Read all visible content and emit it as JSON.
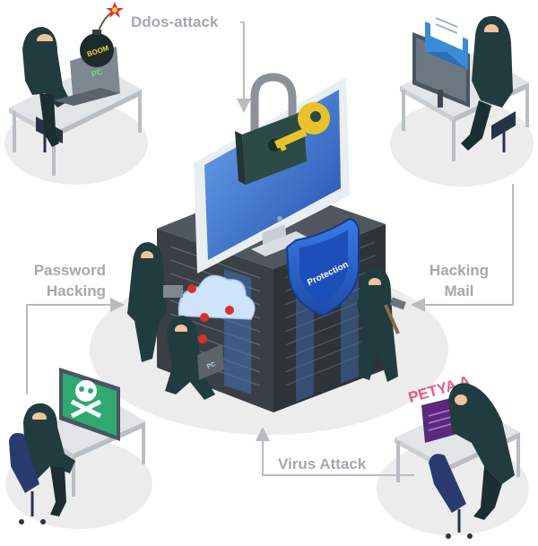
{
  "labels": {
    "ddos": "Ddos-attack",
    "password_line1": "Password",
    "password_line2": "Hacking",
    "mail_line1": "Hacking",
    "mail_line2": "Mail",
    "virus": "Virus Attack"
  },
  "art_text": {
    "bomb": "BOOM",
    "laptop_top_left": "PC",
    "laptop_center": "PC",
    "shield": "Protection",
    "ransomware": "PETYA A"
  },
  "colors": {
    "label_gray": "#a5a9ad",
    "arrow_gray": "#b8bcc0",
    "floor_gray": "#ececed",
    "desk_top": "#e2e5e8",
    "desk_leg": "#b9bec3",
    "hoodie": "#213c3f",
    "skin": "#f2c3a0",
    "server_dark": "#3a3f45",
    "server_light": "#5a6068",
    "monitor_blue": "#2f65c8",
    "shield_blue": "#2a63d4",
    "key_yellow": "#e8c22a",
    "lock_dark": "#2c4a45",
    "cloud_blue": "#cfe3fa",
    "virus_red": "#d8302c",
    "ransom_pink": "#e05a8a",
    "mail_blue": "#3b8bd6"
  }
}
